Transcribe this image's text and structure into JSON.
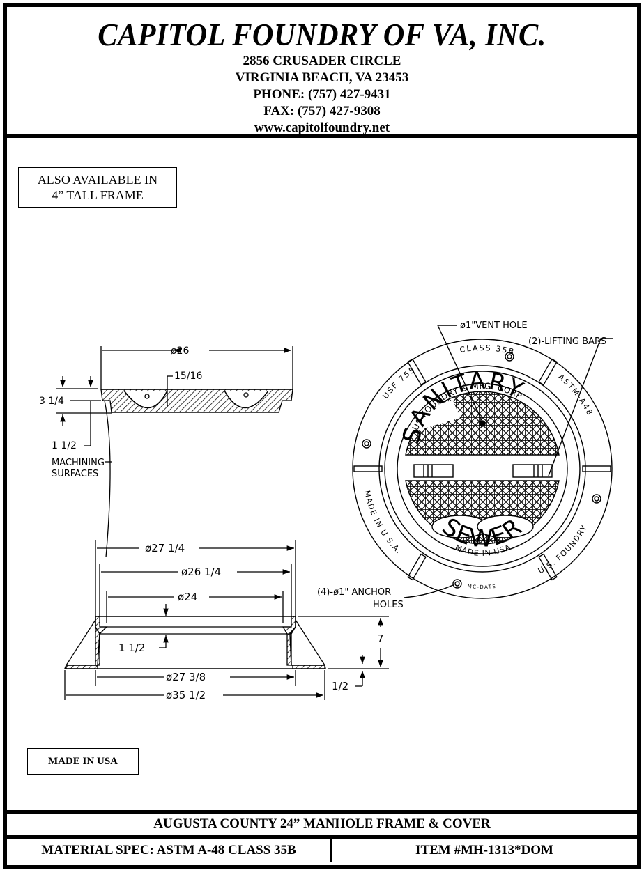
{
  "header": {
    "company": "CAPITOL FOUNDRY OF VA, INC.",
    "address_line1": "2856 CRUSADER CIRCLE",
    "address_line2": "VIRGINIA BEACH, VA 23453",
    "phone": "PHONE: (757) 427-9431",
    "fax": "FAX: (757) 427-9308",
    "website": "www.capitolfoundry.net"
  },
  "notes": {
    "also_available_line1": "ALSO AVAILABLE IN",
    "also_available_line2": "4” TALL FRAME",
    "made_in_usa": "MADE IN USA"
  },
  "cover_section": {
    "dim_diameter": "ø26",
    "dim_thickness": "15/16",
    "dim_height": "3 1/4",
    "dim_lip": "1 1/2",
    "machining_line1": "MACHINING",
    "machining_line2": "SURFACES"
  },
  "frame_section": {
    "dim_outer_top": "ø27 1/4",
    "dim_seat": "ø26 1/4",
    "dim_opening": "ø24",
    "dim_seat_depth": "1 1/2",
    "dim_base_inner": "ø27 3/8",
    "dim_base_outer": "ø35 1/2",
    "dim_height": "7",
    "dim_flange": "1/2"
  },
  "cover_plan": {
    "vent_hole_label": "ø1\"VENT HOLE",
    "lifting_bars_label": "(2)-LIFTING BARS",
    "anchor_holes_line1": "(4)-ø1\"  ANCHOR",
    "anchor_holes_line2": "HOLES",
    "ring_text_top": "CLASS 35B",
    "ring_text_right": "ASTM-A48",
    "ring_text_left": "USF 755",
    "ring_text_lower_left": "MADE IN U.S.A.",
    "ring_text_lower_right": "U.S. FOUNDRY",
    "ring_text_bottom": "MC-DATE",
    "maker_band": "US FOUNDRY & MFG. CORP",
    "word_top": "SANITARY",
    "word_bottom": "SEWER",
    "bottom_band": "MADE IN USA"
  },
  "footer": {
    "product_title": "AUGUSTA COUNTY 24” MANHOLE FRAME & COVER",
    "material_spec": "MATERIAL SPEC:  ASTM A-48 CLASS 35B",
    "item_number": "ITEM #MH-1313*DOM"
  }
}
